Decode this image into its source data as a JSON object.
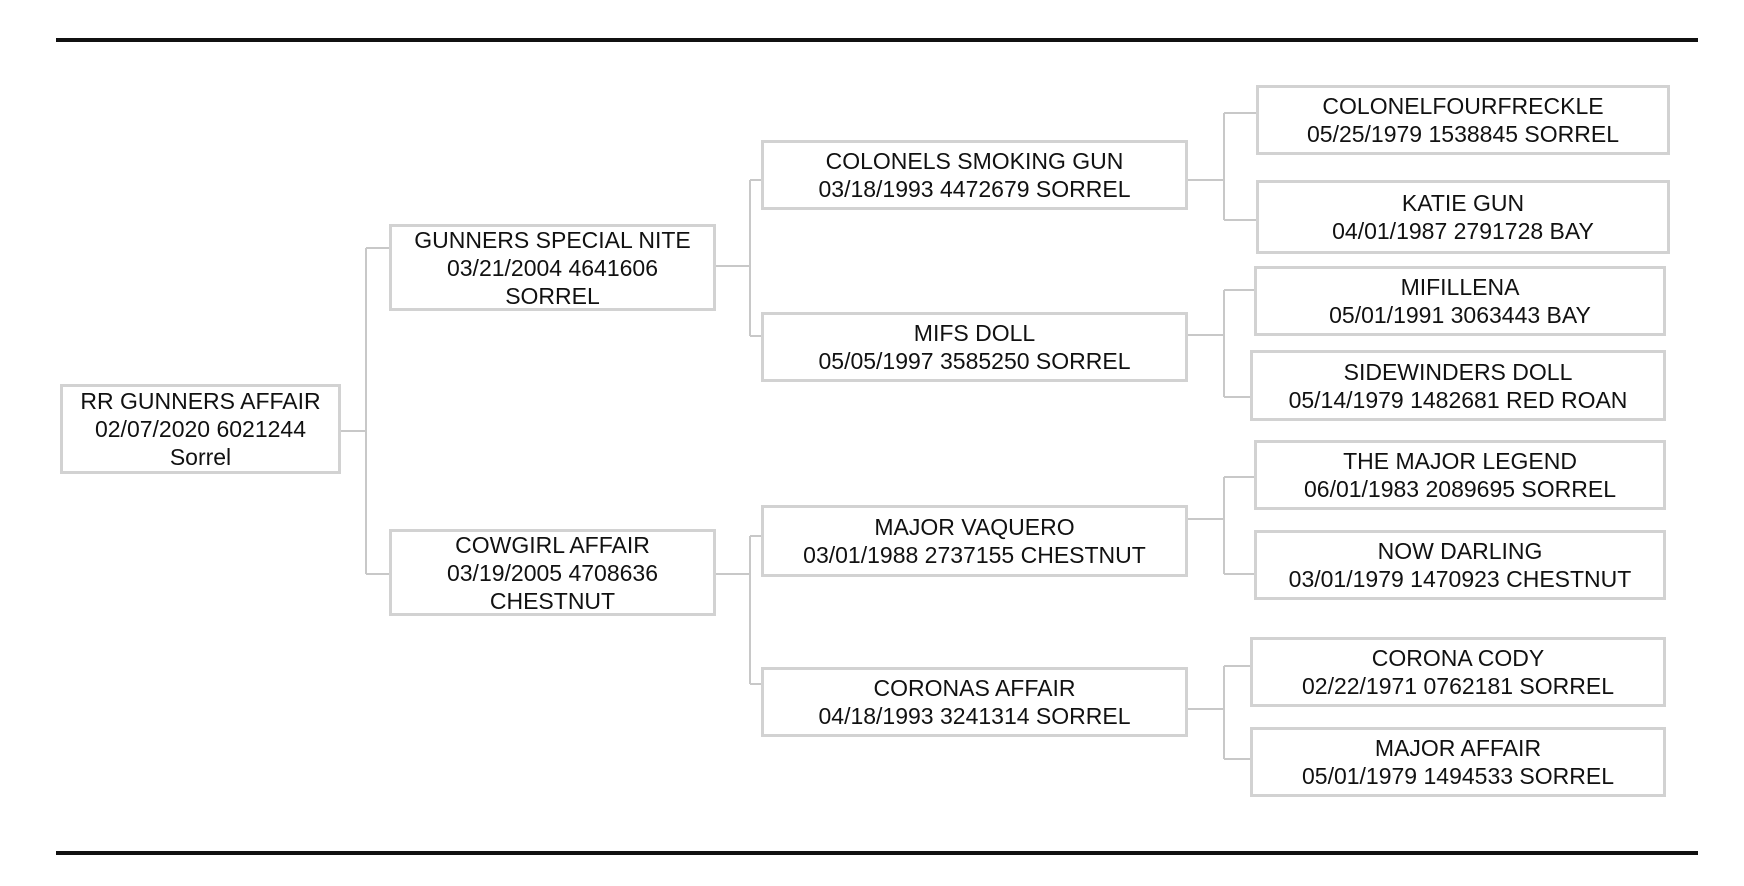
{
  "pedigree": {
    "subject": {
      "line1": "RR GUNNERS AFFAIR",
      "line2": "02/07/2020 6021244",
      "line3": "Sorrel"
    },
    "sire": {
      "line1": "GUNNERS SPECIAL NITE",
      "line2": "03/21/2004 4641606",
      "line3": "SORREL"
    },
    "dam": {
      "line1": "COWGIRL AFFAIR",
      "line2": "03/19/2005 4708636",
      "line3": "CHESTNUT"
    },
    "sire_sire": {
      "line1": "COLONELS SMOKING GUN",
      "line2": "03/18/1993 4472679 SORREL"
    },
    "sire_dam": {
      "line1": "MIFS DOLL",
      "line2": "05/05/1997 3585250 SORREL"
    },
    "dam_sire": {
      "line1": "MAJOR VAQUERO",
      "line2": "03/01/1988 2737155 CHESTNUT"
    },
    "dam_dam": {
      "line1": "CORONAS AFFAIR",
      "line2": "04/18/1993 3241314 SORREL"
    },
    "ggen": [
      {
        "line1": "COLONELFOURFRECKLE",
        "line2": "05/25/1979 1538845 SORREL"
      },
      {
        "line1": "KATIE GUN",
        "line2": "04/01/1987 2791728 BAY"
      },
      {
        "line1": "MIFILLENA",
        "line2": "05/01/1991 3063443 BAY"
      },
      {
        "line1": "SIDEWINDERS DOLL",
        "line2": "05/14/1979 1482681 RED ROAN"
      },
      {
        "line1": "THE MAJOR LEGEND",
        "line2": "06/01/1983 2089695 SORREL"
      },
      {
        "line1": "NOW DARLING",
        "line2": "03/01/1979 1470923 CHESTNUT"
      },
      {
        "line1": "CORONA CODY",
        "line2": "02/22/1971 0762181 SORREL"
      },
      {
        "line1": "MAJOR AFFAIR",
        "line2": "05/01/1979 1494533 SORREL"
      }
    ]
  }
}
